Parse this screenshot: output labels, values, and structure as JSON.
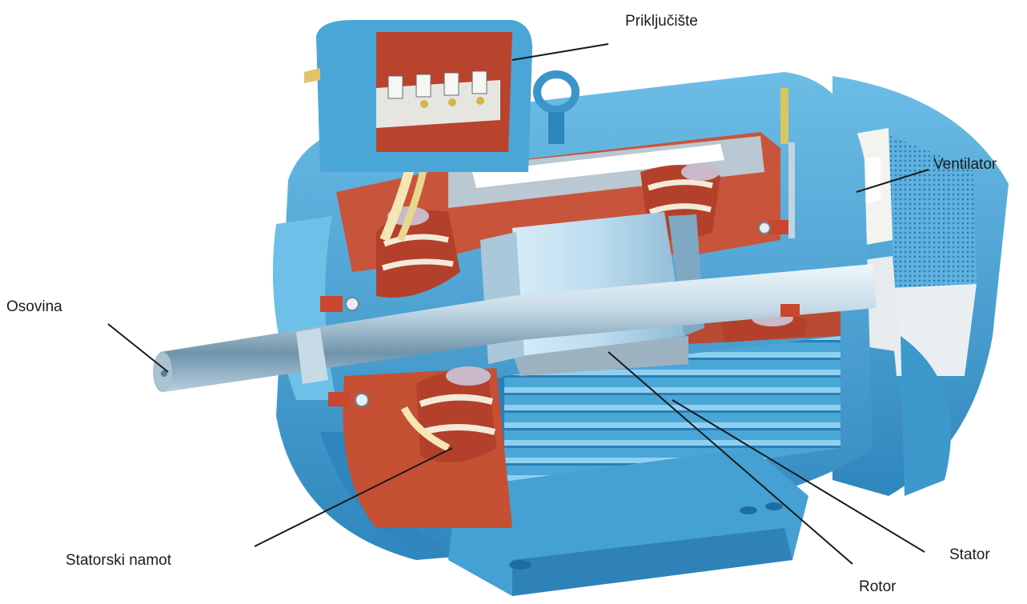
{
  "labels": {
    "terminal_box": "Priključište",
    "fan": "Ventilator",
    "shaft": "Osovina",
    "stator_winding": "Statorski namot",
    "stator": "Stator",
    "rotor": "Rotor"
  },
  "colors": {
    "housing_blue": "#4aa6d6",
    "housing_dark": "#2b7fb4",
    "housing_light": "#9fd3f0",
    "copper_winding": "#c0452a",
    "copper_dark": "#8a2a17",
    "interior_red": "#c8553b",
    "shaft_silver": "#cfe0ea",
    "insulation_cream": "#f4e7b3",
    "leader_line": "#1a1a1a"
  }
}
